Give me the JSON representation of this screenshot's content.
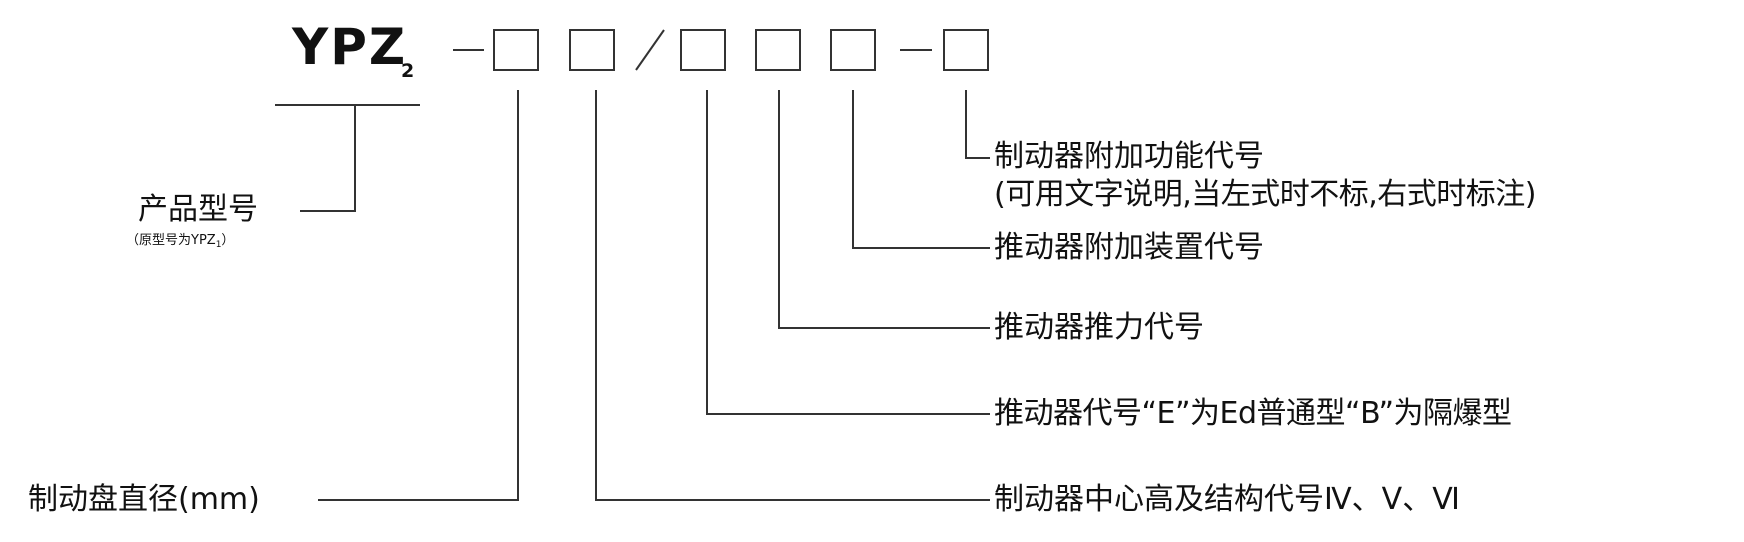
{
  "model_code": {
    "prefix": "YPZ",
    "subscript": "2",
    "dash1": "—",
    "slash": "/",
    "dash2": "—"
  },
  "product_label": "产品型号",
  "product_note": "（原型号为YPZ",
  "product_note_subscript": "1",
  "product_note_close": "）",
  "fields": [
    {
      "label": "制动器附加功能代号"
    },
    {
      "label": "(可用文字说明,当左式时不标,右式时标注)"
    },
    {
      "label": "推动器附加装置代号"
    },
    {
      "label": "推动器推力代号"
    },
    {
      "label": "推动器代号“E”为Ed普通型“B”为隔爆型"
    },
    {
      "label": "制动盘直径(mm)"
    },
    {
      "label": "制动器中心高及结构代号Ⅳ、Ⅴ、Ⅵ"
    }
  ],
  "colors": {
    "line": "#333333",
    "text": "#111111"
  }
}
